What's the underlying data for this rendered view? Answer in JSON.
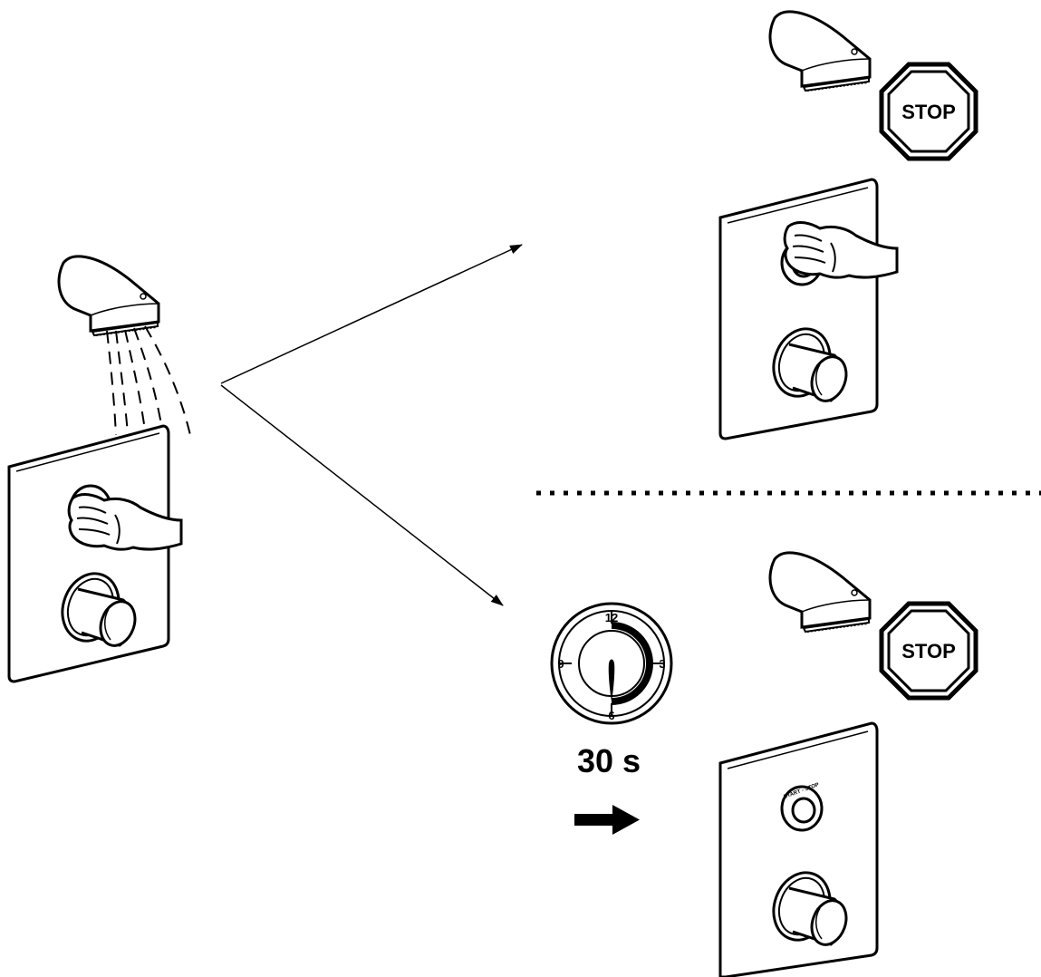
{
  "stop_signs": [
    {
      "text": "STOP"
    },
    {
      "text": "STOP"
    }
  ],
  "button_label": "START - STOP",
  "timer": {
    "ticks": [
      "12",
      "3",
      "6",
      "9"
    ],
    "duration": "30 s"
  },
  "colors": {
    "line": "#000000",
    "background": "#ffffff"
  }
}
